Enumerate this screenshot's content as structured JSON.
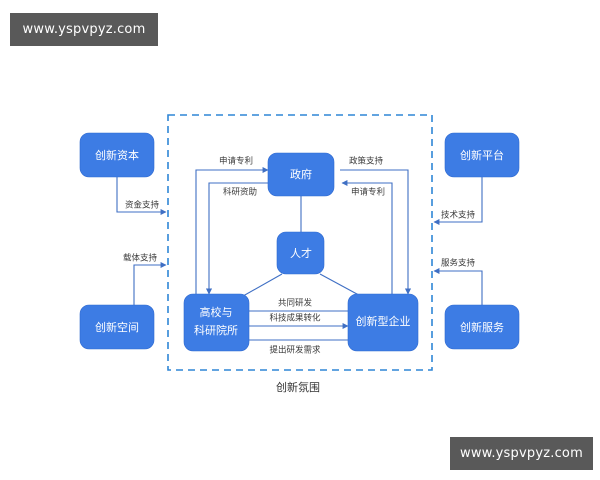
{
  "watermarks": {
    "top": "www.yspvpyz.com",
    "bottom": "www.yspvpyz.com"
  },
  "diagram": {
    "caption": "创新氛围",
    "colors": {
      "node_fill": "#3d7ce4",
      "node_text": "#ffffff",
      "link": "#3f6fc4",
      "zone_border": "#2f86d6",
      "label_text": "#3a3a3a",
      "watermark_bg": "#595959",
      "background": "#ffffff"
    },
    "nodes": {
      "innovation_capital": "创新资本",
      "innovation_space": "创新空间",
      "innovation_platform": "创新平台",
      "innovation_service": "创新服务",
      "government": "政府",
      "talent": "人才",
      "universities_line1": "高校与",
      "universities_line2": "科研院所",
      "innovative_enterprise": "创新型企业"
    },
    "edge_labels": {
      "capital_support": "资金支持",
      "carrier_support": "载体支持",
      "technical_support": "技术支持",
      "service_support": "服务支持",
      "apply_patent_left": "申请专利",
      "research_funding": "科研资助",
      "policy_support": "政策支持",
      "apply_patent_right": "申请专利",
      "joint_rd": "共同研发",
      "tech_transfer": "科技成果转化",
      "rd_demand": "提出研发需求"
    }
  }
}
